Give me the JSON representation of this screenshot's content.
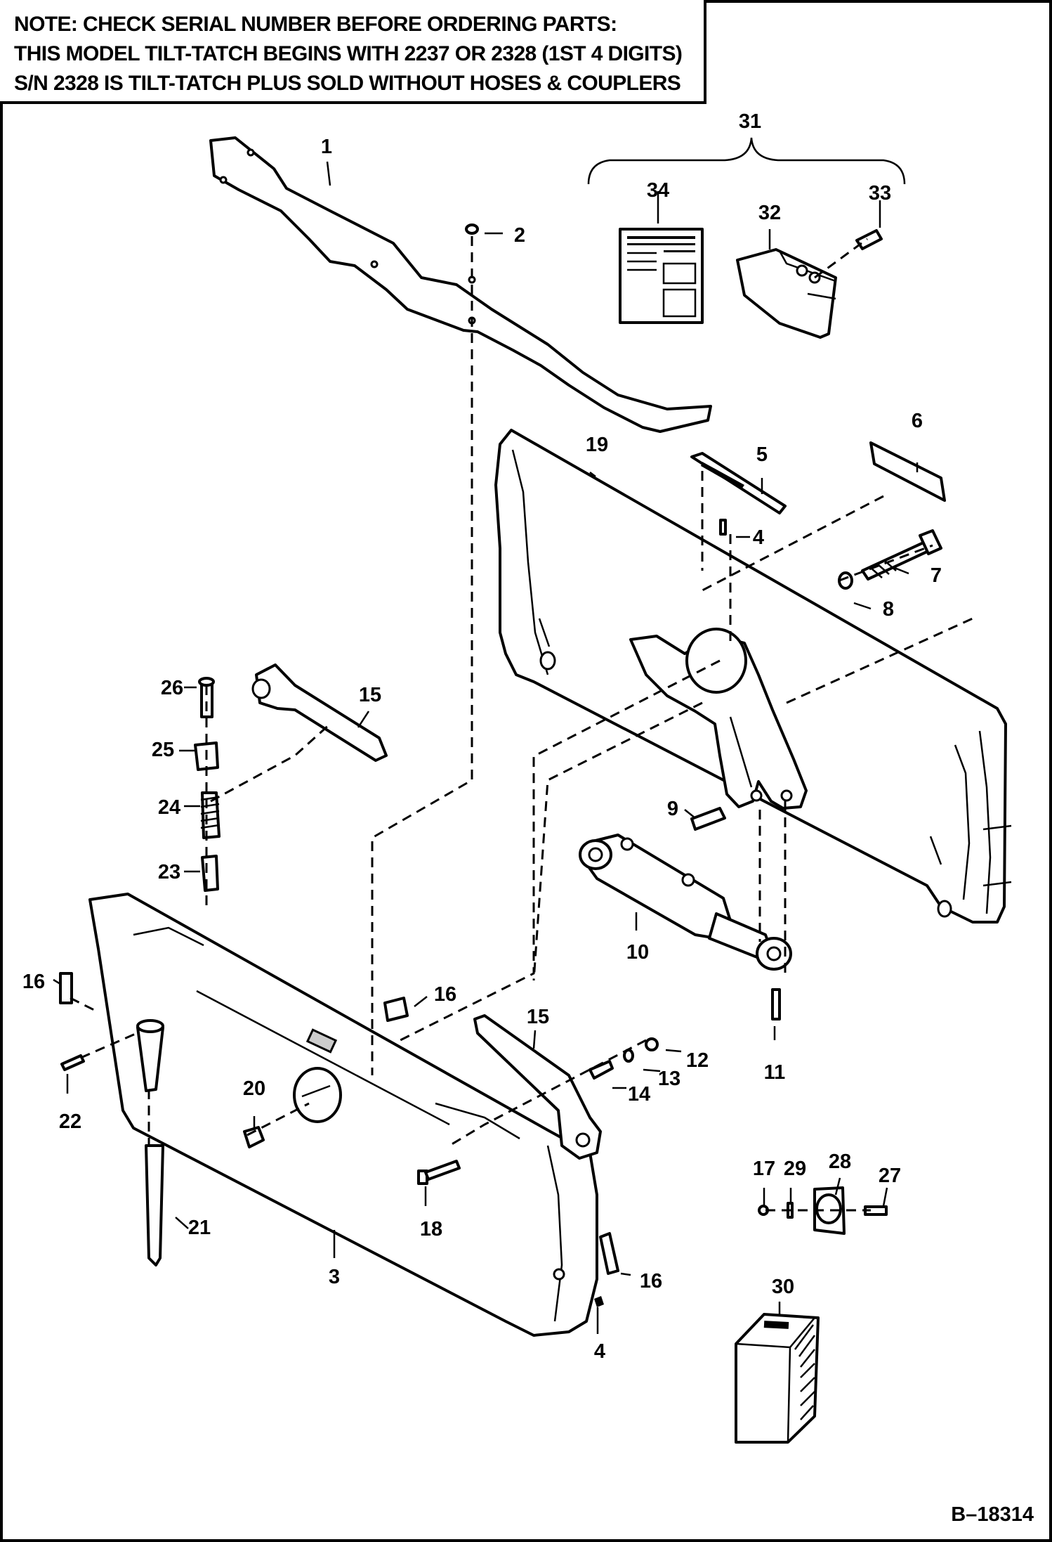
{
  "note": {
    "lines": [
      "NOTE: CHECK SERIAL NUMBER BEFORE ORDERING PARTS:",
      "THIS MODEL TILT-TATCH BEGINS WITH 2237 OR 2328  (1ST 4 DIGITS)",
      "S/N 2328 IS TILT-TATCH PLUS SOLD WITHOUT HOSES & COUPLERS"
    ]
  },
  "callouts": {
    "p1": "1",
    "p2": "2",
    "p3": "3",
    "p4a": "4",
    "p4b": "4",
    "p5": "5",
    "p6": "6",
    "p7": "7",
    "p8": "8",
    "p9": "9",
    "p10": "10",
    "p11": "11",
    "p12": "12",
    "p13": "13",
    "p14": "14",
    "p15a": "15",
    "p15b": "15",
    "p16a": "16",
    "p16b": "16",
    "p16c": "16",
    "p17": "17",
    "p18": "18",
    "p19": "19",
    "p20": "20",
    "p21": "21",
    "p22": "22",
    "p23": "23",
    "p24": "24",
    "p25": "25",
    "p26": "26",
    "p27": "27",
    "p28": "28",
    "p29": "29",
    "p30": "30",
    "p31": "31",
    "p32": "32",
    "p33": "33",
    "p34": "34"
  },
  "drawing_ref": "B–18314"
}
